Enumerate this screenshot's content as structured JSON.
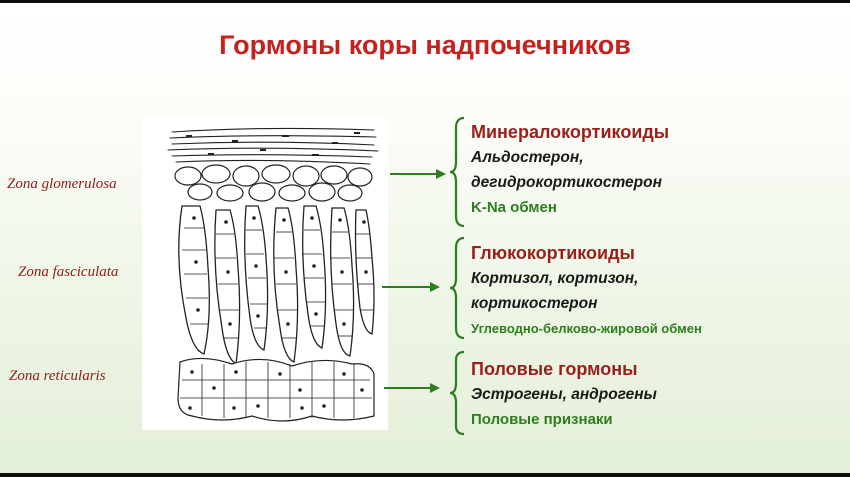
{
  "title": "Гормоны коры надпочечников",
  "zones": [
    {
      "label": "Zona glomerulosa"
    },
    {
      "label": "Zona fasciculata"
    },
    {
      "label": "Zona reticularis"
    }
  ],
  "groups": [
    {
      "title": "Минералокортикоиды",
      "lines": [
        "Альдостерон,",
        "дегидрокортикостерон"
      ],
      "effect": "K-Na обмен"
    },
    {
      "title": "Глюкокортикоиды",
      "lines": [
        "Кортизол, кортизон,",
        "кортикостерон"
      ],
      "effect": "Углеводно-белково-жировой обмен"
    },
    {
      "title": "Половые гормоны",
      "lines": [
        "Эстрогены, андрогены"
      ],
      "effect": "Половые признаки"
    }
  ],
  "colors": {
    "title": "#c4211f",
    "group_title": "#9a1f1b",
    "effect": "#2e7d1f",
    "arrow": "#2e7d1f",
    "zone_label": "#8c1d18"
  }
}
